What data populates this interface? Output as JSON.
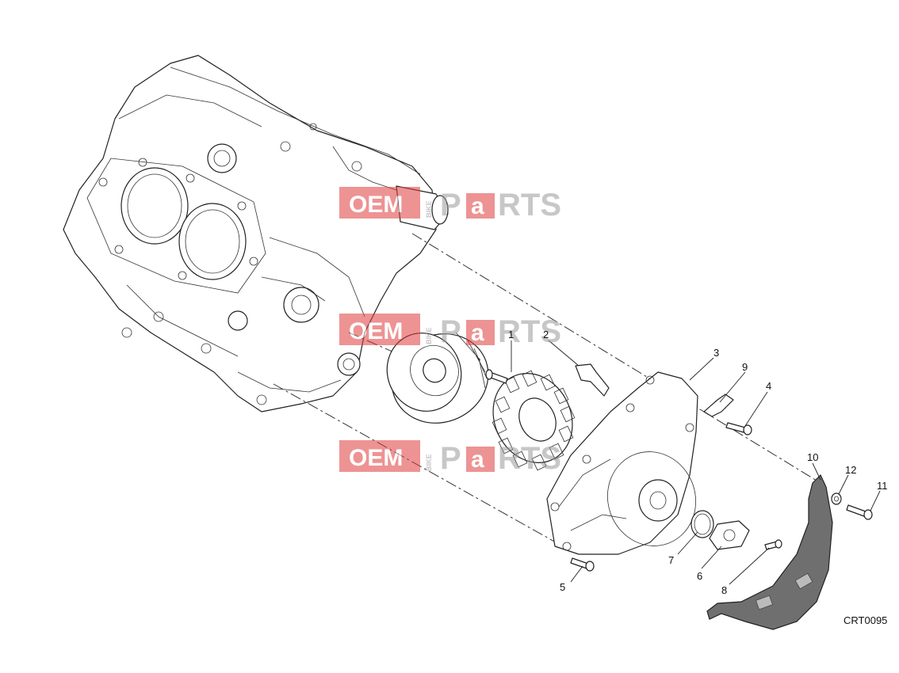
{
  "diagram": {
    "reference_code": "CRT0095",
    "callouts": [
      "1",
      "2",
      "3",
      "4",
      "5",
      "6",
      "7",
      "8",
      "9",
      "10",
      "11",
      "12"
    ]
  },
  "watermark": {
    "brand_left": "OEM",
    "brand_vertical": "BIKE",
    "brand_right_p": "P",
    "brand_right_a": "a",
    "brand_right_rts": "RTS",
    "color_red": "#e03c3c",
    "color_gray": "#9a9a9a"
  },
  "icons": [
    "engine-crankcase-icon",
    "flywheel-rotor-icon",
    "stator-icon",
    "generator-cover-icon",
    "guard-plate-icon",
    "screw-icon",
    "washer-icon",
    "gasket-icon",
    "o-ring-icon",
    "clip-icon"
  ]
}
